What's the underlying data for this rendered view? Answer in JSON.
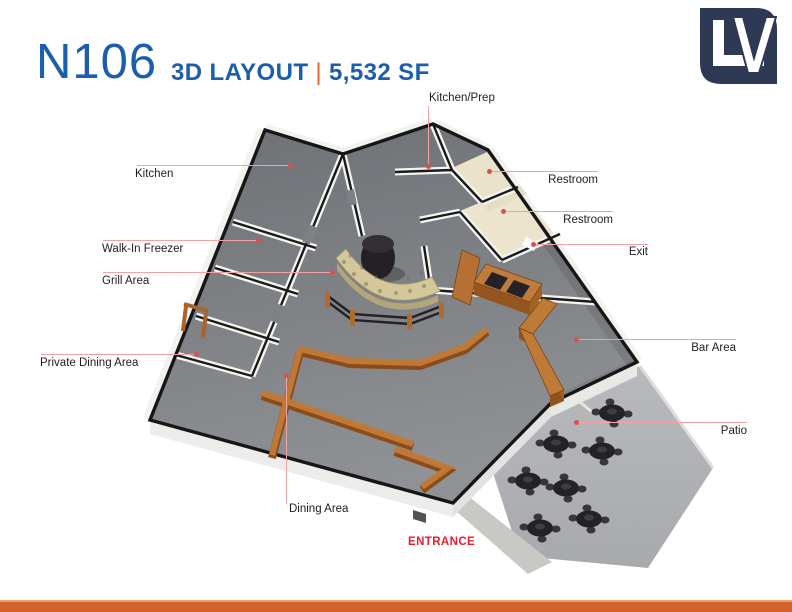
{
  "header": {
    "unit": "N106",
    "subtitle_left": "3D LAYOUT",
    "separator": "|",
    "subtitle_right": "5,532 SF"
  },
  "logo": {
    "letters": "LV"
  },
  "labels": {
    "kitchen": "Kitchen",
    "walk_in_freezer": "Walk-In Freezer",
    "grill_area": "Grill Area",
    "private_dining": "Private Dining Area",
    "kitchen_prep": "Kitchen/Prep",
    "restroom_upper": "Restroom",
    "restroom_lower": "Restroom",
    "exit": "Exit",
    "bar_area": "Bar Area",
    "patio": "Patio",
    "dining_area": "Dining Area",
    "entrance": "ENTRANCE"
  },
  "colors": {
    "accent_blue": "#1d5dad",
    "accent_orange": "#e8642f",
    "footer_orange": "#d2622a",
    "leader_line": "#f2a2a2",
    "leader_dot": "#d95050",
    "entrance_red": "#e81c2e",
    "logo_navy": "#2e3a53"
  }
}
